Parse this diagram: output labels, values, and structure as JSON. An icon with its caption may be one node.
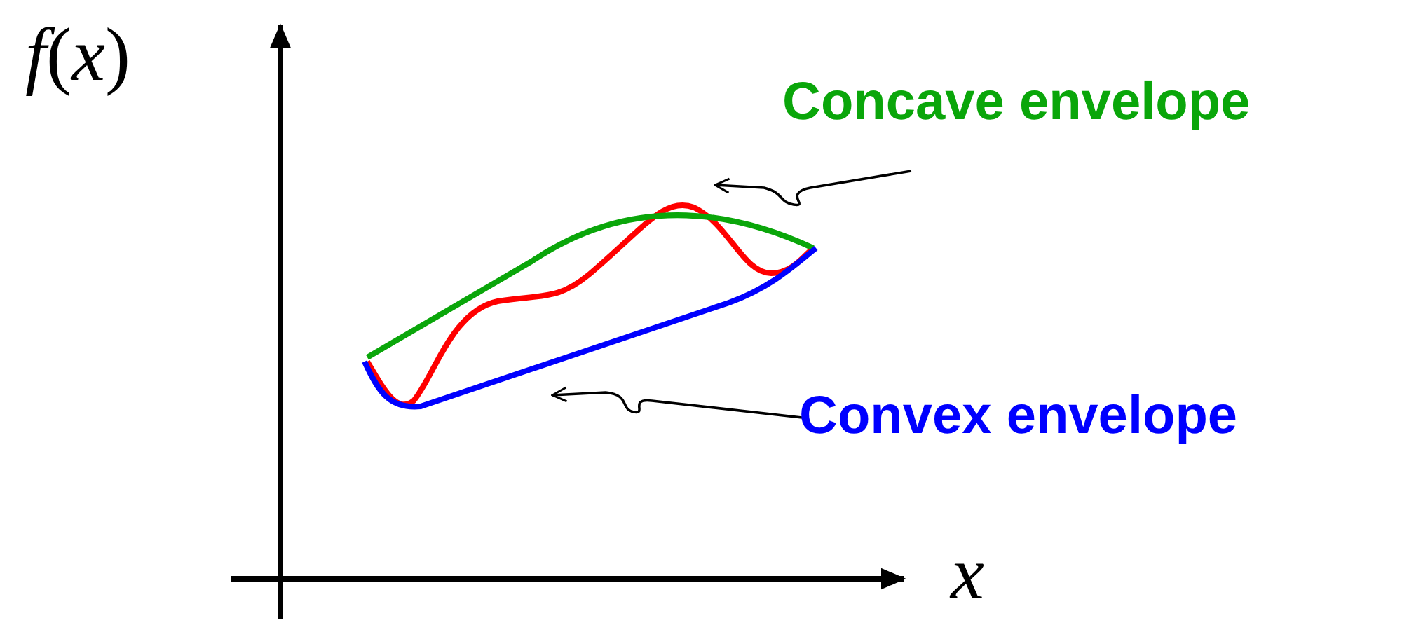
{
  "diagram": {
    "nodes": [
      {
        "text": [
          "Concave envelope"
        ]
      },
      {
        "text": [],
        "shape": "curve"
      },
      {
        "text": [
          "Convex envelope"
        ]
      },
      {
        "text": [],
        "shape": "curve"
      }
    ],
    "edges": [
      {
        "from": 0,
        "to": 1,
        "arrow": "to"
      },
      {
        "from": 2,
        "to": 3,
        "arrow": "to"
      }
    ],
    "labels": [
      "*f*(*x*)",
      "x"
    ]
  }
}
